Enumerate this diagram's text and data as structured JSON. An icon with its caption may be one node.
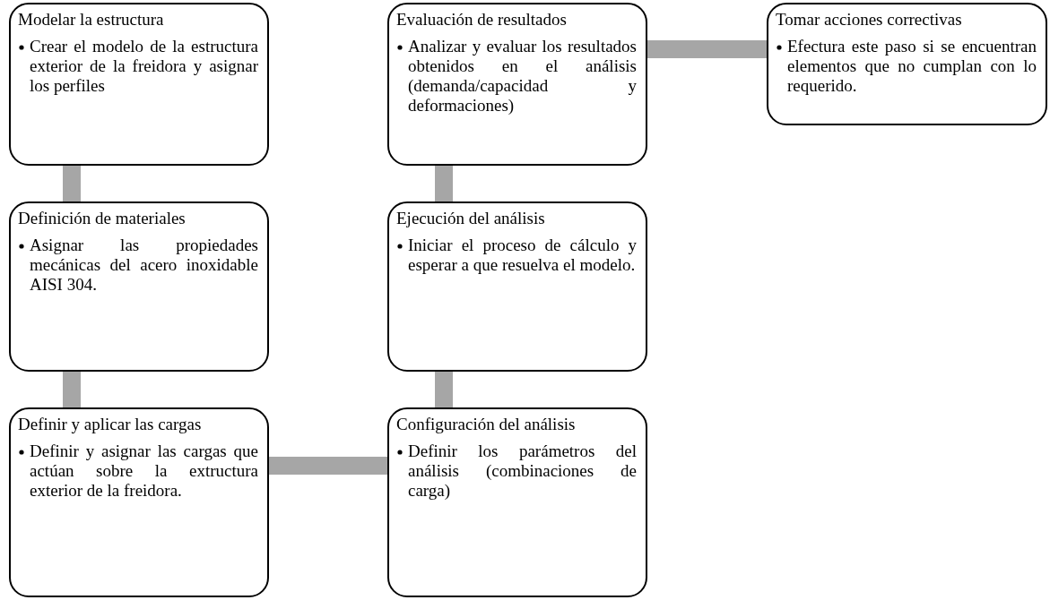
{
  "diagram": {
    "nodes": [
      {
        "text": [
          "Modelar la estructura",
          "Crear el modelo de la estructura exterior de la freidora y asignar los perfiles"
        ]
      },
      {
        "text": [
          "Definición de materiales",
          "Asignar las propiedades mecánicas del acero inoxidable AISI 304."
        ]
      },
      {
        "text": [
          "Definir y aplicar las cargas",
          "Definir y asignar las cargas que actúan sobre la extructura exterior de la freidora."
        ]
      },
      {
        "text": [
          "Configuración del análisis",
          "Definir los parámetros del análisis (combinaciones de carga)"
        ]
      },
      {
        "text": [
          "Ejecución del análisis",
          "Iniciar el proceso de cálculo y esperar a que resuelva el modelo."
        ]
      },
      {
        "text": [
          "Evaluación de resultados",
          "Analizar y evaluar los resultados obtenidos en el análisis (demanda/capacidad y deformaciones)"
        ]
      },
      {
        "text": [
          "Tomar acciones correctivas",
          "Efectura este paso si se encuentran elementos que no cumplan con lo requerido."
        ]
      }
    ],
    "edges": [
      {
        "from": 0,
        "to": 1,
        "arrow": "none"
      },
      {
        "from": 1,
        "to": 2,
        "arrow": "none"
      },
      {
        "from": 2,
        "to": 3,
        "arrow": "none"
      },
      {
        "from": 3,
        "to": 4,
        "arrow": "none"
      },
      {
        "from": 4,
        "to": 5,
        "arrow": "none"
      },
      {
        "from": 5,
        "to": 6,
        "arrow": "none"
      }
    ]
  }
}
